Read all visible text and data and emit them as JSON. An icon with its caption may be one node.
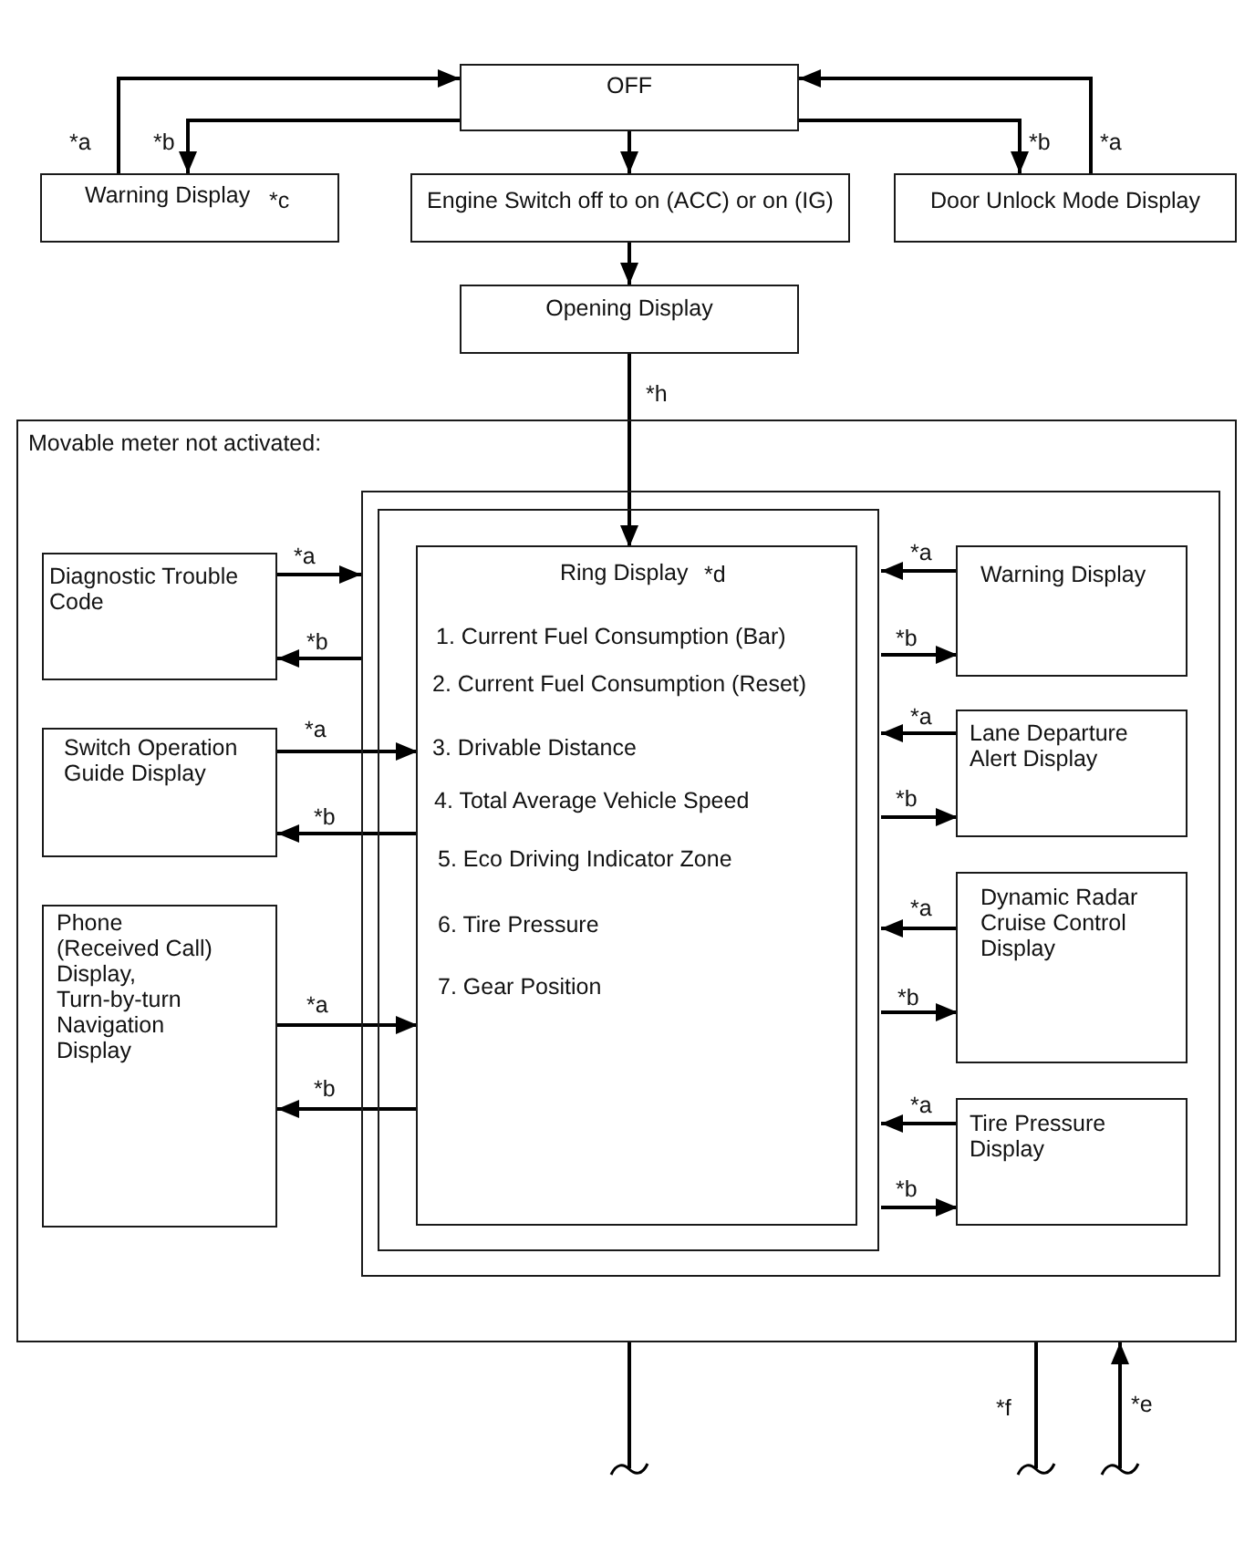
{
  "diagram": {
    "nodes": [
      {
        "text": [
          "OFF"
        ]
      },
      {
        "text": [
          "Warning Display",
          "*c"
        ]
      },
      {
        "text": [
          "Engine Switch off to on (ACC) or on (IG)"
        ]
      },
      {
        "text": [
          "Door Unlock Mode Display"
        ]
      },
      {
        "text": [
          "Opening Display"
        ]
      },
      {
        "text": [
          "Movable meter not activated:"
        ]
      },
      {
        "text": [],
        "shape": "box",
        "in": 5
      },
      {
        "text": [],
        "shape": "box",
        "in": 6
      },
      {
        "text": [
          "Ring Display",
          "*d",
          "1. Current Fuel Consumption (Bar)",
          "2. Current Fuel Consumption (Reset)",
          "3. Drivable Distance",
          "4. Total Average Vehicle Speed",
          "5. Eco Driving Indicator Zone",
          "6. Tire Pressure",
          "7. Gear Position"
        ],
        "in": 7
      },
      {
        "text": [
          "Diagnostic Trouble Code"
        ],
        "in": 5
      },
      {
        "text": [
          "Switch Operation Guide Display"
        ],
        "in": 5
      },
      {
        "text": [
          "Phone (Received Call) Display, Turn-by-turn Navigation Display"
        ],
        "in": 5
      },
      {
        "text": [
          "Warning Display"
        ],
        "in": 6
      },
      {
        "text": [
          "Lane Departure Alert Display"
        ],
        "in": 6
      },
      {
        "text": [
          "Dynamic Radar Cruise Control Display"
        ],
        "in": 6
      },
      {
        "text": [
          "Tire Pressure Display"
        ],
        "in": 6
      }
    ],
    "edges": [
      {
        "from": 1,
        "to": 0,
        "arrow": "to",
        "label": "*a"
      },
      {
        "from": 0,
        "to": 1,
        "arrow": "to",
        "label": "*b"
      },
      {
        "from": 0,
        "to": 2,
        "arrow": "to"
      },
      {
        "from": 0,
        "to": 3,
        "arrow": "to",
        "label": "*b"
      },
      {
        "from": 3,
        "to": 0,
        "arrow": "to",
        "label": "*a"
      },
      {
        "from": 2,
        "to": 4,
        "arrow": "to"
      },
      {
        "from": 4,
        "to": 8,
        "arrow": "to",
        "label": "*h"
      },
      {
        "from": 9,
        "to": 6,
        "arrow": "to",
        "label": "*a"
      },
      {
        "from": 6,
        "to": 9,
        "arrow": "to",
        "label": "*b"
      },
      {
        "from": 10,
        "to": 8,
        "arrow": "to",
        "label": "*a"
      },
      {
        "from": 8,
        "to": 10,
        "arrow": "to",
        "label": "*b"
      },
      {
        "from": 11,
        "to": 8,
        "arrow": "to",
        "label": "*a"
      },
      {
        "from": 8,
        "to": 11,
        "arrow": "to",
        "label": "*b"
      },
      {
        "from": 12,
        "to": 7,
        "arrow": "to",
        "label": "*a"
      },
      {
        "from": 7,
        "to": 12,
        "arrow": "to",
        "label": "*b"
      },
      {
        "from": 13,
        "to": 7,
        "arrow": "to",
        "label": "*a"
      },
      {
        "from": 7,
        "to": 13,
        "arrow": "to",
        "label": "*b"
      },
      {
        "from": 14,
        "to": 7,
        "arrow": "to",
        "label": "*a"
      },
      {
        "from": 7,
        "to": 14,
        "arrow": "to",
        "label": "*b"
      },
      {
        "from": 15,
        "to": 7,
        "arrow": "to",
        "label": "*a"
      },
      {
        "from": 7,
        "to": 15,
        "arrow": "to",
        "label": "*b"
      },
      {
        "from": 5,
        "to": null,
        "arrow": "none"
      },
      {
        "from": 5,
        "to": null,
        "arrow": "none",
        "label": "*f"
      },
      {
        "from": null,
        "to": 5,
        "arrow": "to",
        "label": "*e"
      }
    ]
  }
}
